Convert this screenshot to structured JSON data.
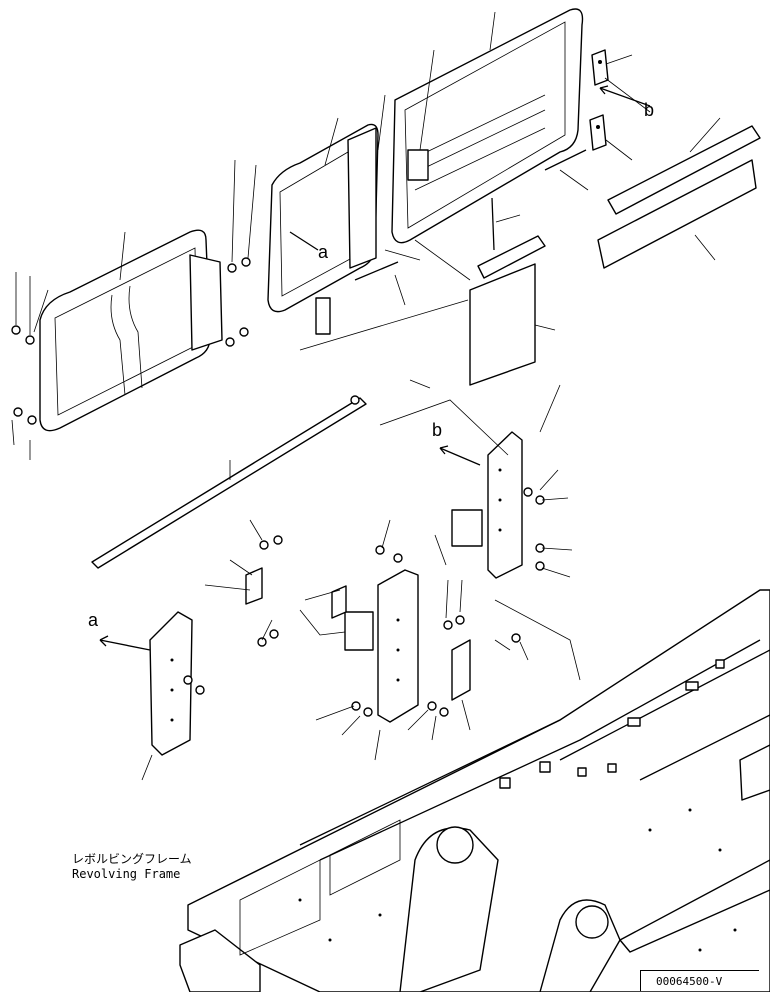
{
  "refs": {
    "a_top": "a",
    "b_top": "b",
    "a_bottom": "a",
    "b_bottom": "b"
  },
  "caption": {
    "jp": "レボルビングフレーム",
    "en": "Revolving Frame"
  },
  "drawing_code": "00064500-V"
}
